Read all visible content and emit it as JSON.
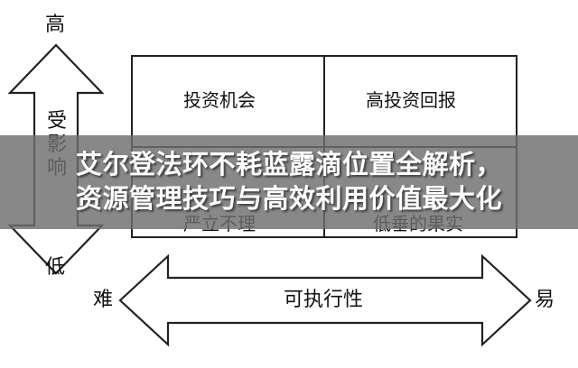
{
  "diagram": {
    "vertical_axis": {
      "top_label": "高",
      "middle_label": "受影响",
      "bottom_label": "低"
    },
    "horizontal_axis": {
      "left_label": "难",
      "middle_label": "可执行性",
      "right_label": "易"
    },
    "matrix": {
      "top_left": "投资机会",
      "top_right": "高投资回报",
      "bottom_left": "严立不理",
      "bottom_right": "低垂的果实"
    }
  },
  "overlay": {
    "headline_line1": "艾尔登法环不耗蓝露滴位置全解析，",
    "headline_line2": "资源管理技巧与高效利用价值最大化"
  },
  "colors": {
    "line": "#222222",
    "overlay": "#6e6e6e",
    "text": "#111111"
  }
}
